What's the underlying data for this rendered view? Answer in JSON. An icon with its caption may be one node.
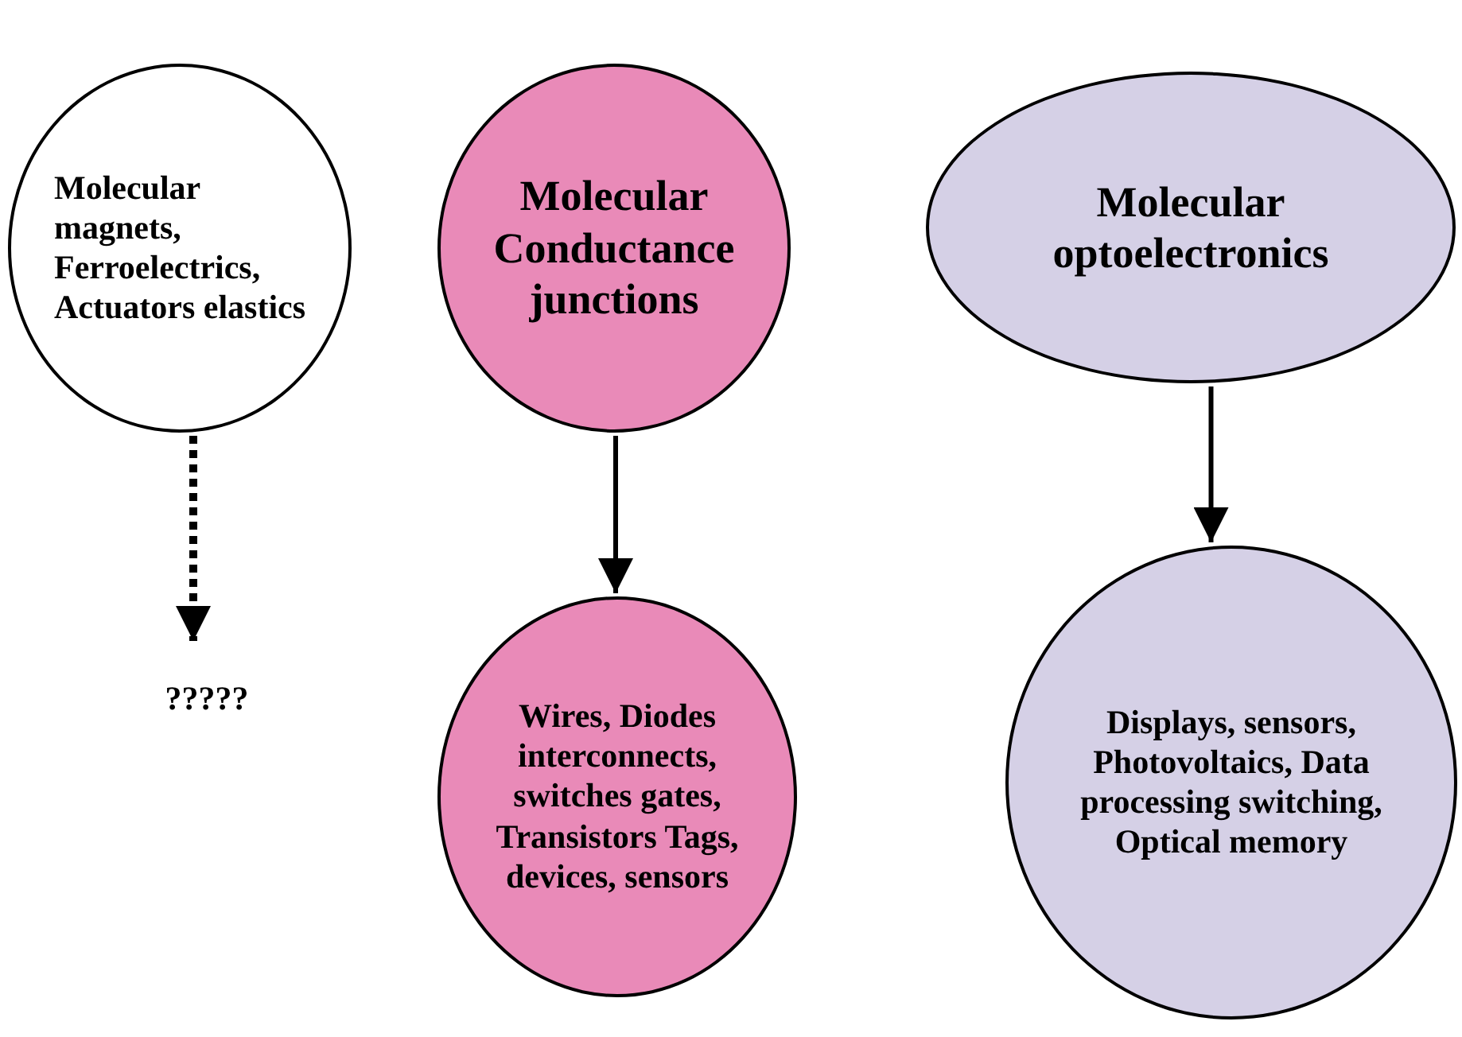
{
  "diagram": {
    "nodes": [
      {
        "text": [
          "Molecular magnets, Ferroelectrics, Actuators elastics"
        ]
      },
      {
        "text": [
          "Molecular Conductance junctions"
        ]
      },
      {
        "text": [
          "Molecular optoelectronics"
        ]
      },
      {
        "text": [
          "?????"
        ]
      },
      {
        "text": [
          "Wires, Diodes interconnects, switches gates, Transistors Tags, devices, sensors"
        ]
      },
      {
        "text": [
          "Displays, sensors, Photovoltaics, Data processing switching, Optical memory"
        ]
      }
    ],
    "edges": [
      {
        "from": 0,
        "to": 3,
        "arrow": "to",
        "style": "dashed"
      },
      {
        "from": 1,
        "to": 4,
        "arrow": "to"
      },
      {
        "from": 2,
        "to": 5,
        "arrow": "to"
      }
    ]
  }
}
